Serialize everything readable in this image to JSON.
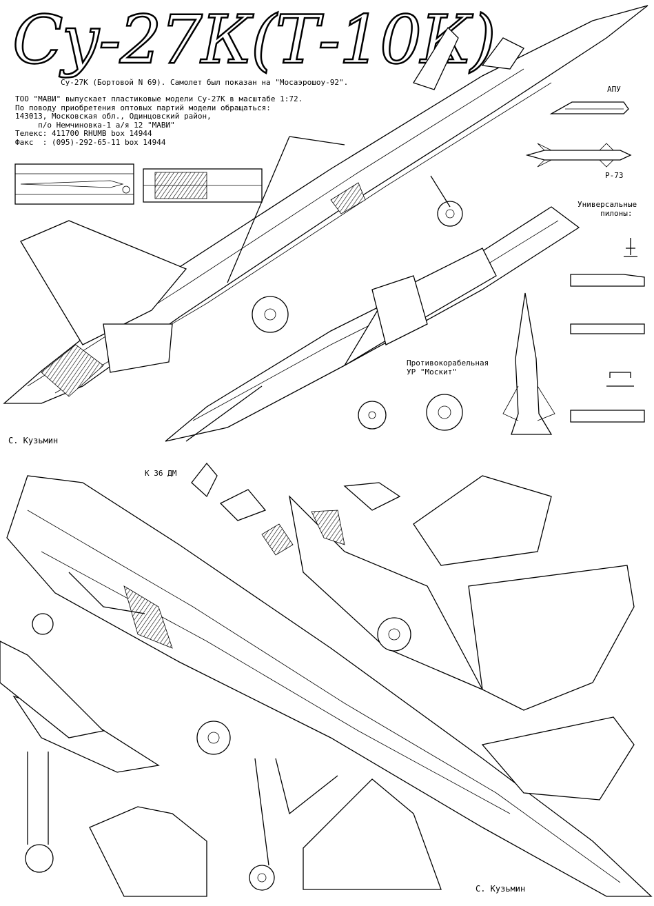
{
  "header": {
    "title": "Су-27К(Т-10К)",
    "subtitle": "Су-27К (Бортовой N 69). Самолет был показан на \"Мосаэрошоу-92\"."
  },
  "info": {
    "lines": [
      "ТОО \"МАВИ\" выпускает пластиковые модели Су-27К в масштабе 1:72.",
      "По поводу приобретения оптовых партий модели обращаться:",
      "143013, Московская обл., Одинцовский район,",
      "     п/о Немчиновка-1 а/я 12 \"МАВИ\"",
      "Телекс: 411700 RHUMB box 14944",
      "Факс  : (095)-292-65-11 box 14944"
    ]
  },
  "labels": {
    "apu": "АПУ",
    "r73": "Р-73",
    "pylons": "Универсальные\n     пилоны:",
    "moskit": "Противокорабельная\nУР \"Москит\"",
    "seat": "К 36 ДМ"
  },
  "signatures": {
    "top": "С. Кузьмин",
    "bottom": "С. Кузьмин"
  }
}
